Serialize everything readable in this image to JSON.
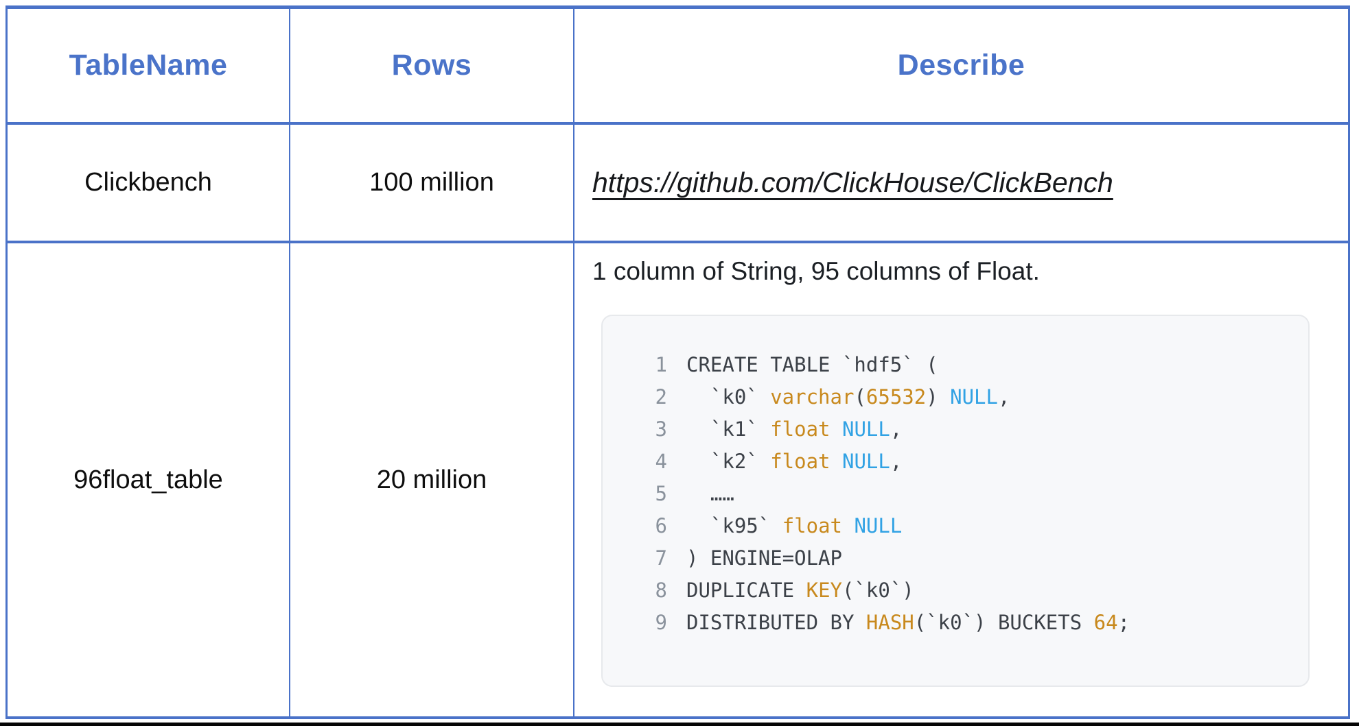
{
  "table": {
    "headers": [
      {
        "label": "TableName"
      },
      {
        "label": "Rows"
      },
      {
        "label": "Describe"
      }
    ],
    "row1": {
      "name": "Clickbench",
      "rows": "100 million",
      "link": "https://github.com/ClickHouse/ClickBench"
    },
    "row2": {
      "name": "96float_table",
      "rows": "20 million",
      "description": "1 column of String, 95 columns of Float."
    }
  },
  "code_block": {
    "lines": [
      {
        "no": "1",
        "tokens": [
          [
            "d",
            "CREATE TABLE `hdf5` ("
          ]
        ]
      },
      {
        "no": "2",
        "tokens": [
          [
            "d",
            "  `k0` "
          ],
          [
            "o",
            "varchar"
          ],
          [
            "d",
            "("
          ],
          [
            "o",
            "65532"
          ],
          [
            "d",
            ") "
          ],
          [
            "b",
            "NULL"
          ],
          [
            "d",
            ","
          ]
        ]
      },
      {
        "no": "3",
        "tokens": [
          [
            "d",
            "  `k1` "
          ],
          [
            "o",
            "float"
          ],
          [
            "d",
            " "
          ],
          [
            "b",
            "NULL"
          ],
          [
            "d",
            ","
          ]
        ]
      },
      {
        "no": "4",
        "tokens": [
          [
            "d",
            "  `k2` "
          ],
          [
            "o",
            "float"
          ],
          [
            "d",
            " "
          ],
          [
            "b",
            "NULL"
          ],
          [
            "d",
            ","
          ]
        ]
      },
      {
        "no": "5",
        "tokens": [
          [
            "d",
            "  ……"
          ]
        ]
      },
      {
        "no": "6",
        "tokens": [
          [
            "d",
            "  `k95` "
          ],
          [
            "o",
            "float"
          ],
          [
            "d",
            " "
          ],
          [
            "b",
            "NULL"
          ]
        ]
      },
      {
        "no": "7",
        "tokens": [
          [
            "d",
            ") ENGINE=OLAP"
          ]
        ]
      },
      {
        "no": "8",
        "tokens": [
          [
            "d",
            "DUPLICATE "
          ],
          [
            "o",
            "KEY"
          ],
          [
            "d",
            "(`k0`)"
          ]
        ]
      },
      {
        "no": "9",
        "tokens": [
          [
            "d",
            "DISTRIBUTED BY "
          ],
          [
            "o",
            "HASH"
          ],
          [
            "d",
            "(`k0`) BUCKETS "
          ],
          [
            "o",
            "64"
          ],
          [
            "d",
            ";"
          ]
        ]
      }
    ]
  },
  "colors": {
    "border_blue": "#4a72c8",
    "header_text": "#4a73c9",
    "cell_text": "#0e0e0e",
    "code_default": "#3c4148",
    "code_orange": "#c8891d",
    "code_blue": "#31a2e4",
    "code_line_number": "#8a929c",
    "code_bg": "#f7f8fa"
  }
}
